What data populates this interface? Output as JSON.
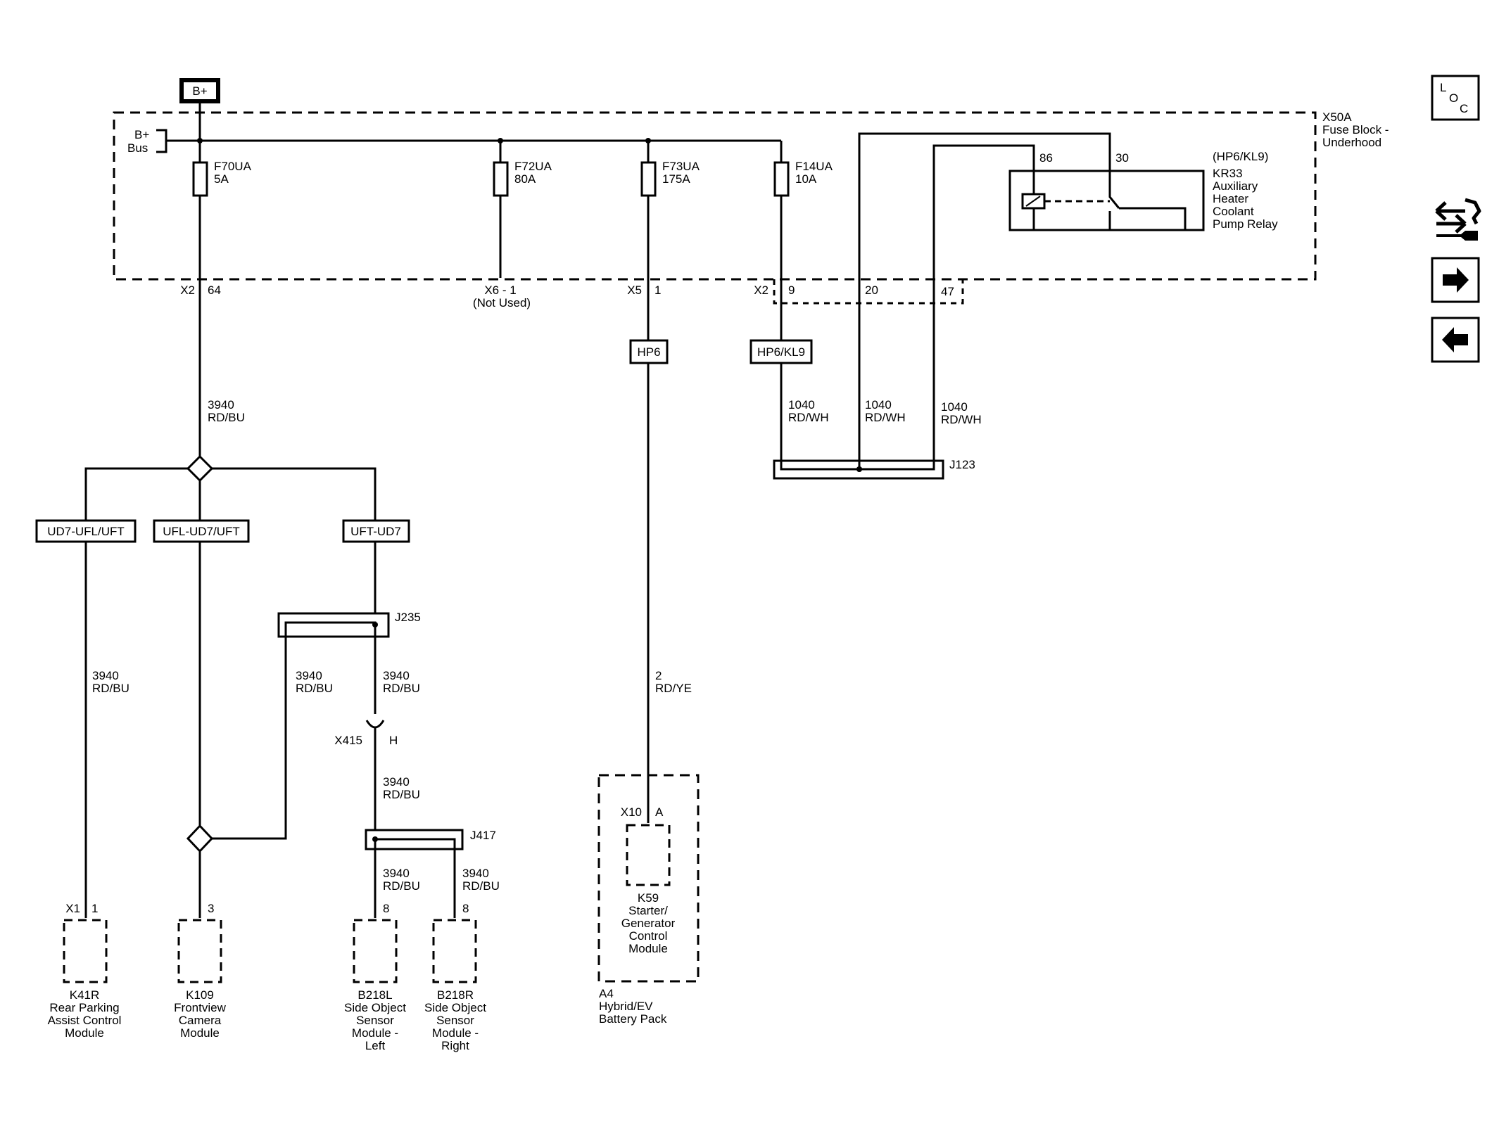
{
  "battery": "B+",
  "bus": {
    "line1": "B+",
    "line2": "Bus"
  },
  "fuse_block": {
    "id": "X50A",
    "name_line1": "Fuse Block -",
    "name_line2": "Underhood"
  },
  "fuses": [
    {
      "id": "F70UA",
      "rating": "5A"
    },
    {
      "id": "F72UA",
      "rating": "80A"
    },
    {
      "id": "F73UA",
      "rating": "175A"
    },
    {
      "id": "F14UA",
      "rating": "10A"
    }
  ],
  "relay": {
    "option": "(HP6/KL9)",
    "id": "KR33",
    "lines": [
      "Auxiliary",
      "Heater",
      "Coolant",
      "Pump Relay"
    ],
    "pin_coil": "86",
    "pin_switch": "30"
  },
  "fuse_block_pins": {
    "x2_conn": "X2",
    "x2_pin": "64",
    "x6_conn": "X6 - 1",
    "x6_note": "(Not Used)",
    "x5_conn": "X5",
    "x5_pin": "1",
    "x2b_conn": "X2",
    "x2b_pin9": "9",
    "x2b_pin20": "20",
    "x2b_pin47": "47"
  },
  "options": {
    "hp6": "HP6",
    "hp6kl9": "HP6/KL9",
    "ud7_ufl_uft": "UD7-UFL/UFT",
    "ufl_ud7_uft": "UFL-UD7/UFT",
    "uft_ud7": "UFT-UD7"
  },
  "splices": {
    "j123": "J123",
    "j235": "J235",
    "j417": "J417"
  },
  "inline_connector": {
    "id": "X415",
    "pin": "H"
  },
  "wires": {
    "main": {
      "circuit": "3940",
      "color": "RD/BU"
    },
    "relay1": {
      "circuit": "1040",
      "color": "RD/WH"
    },
    "relay2": {
      "circuit": "1040",
      "color": "RD/WH"
    },
    "relay3": {
      "circuit": "1040",
      "color": "RD/WH"
    },
    "k41r": {
      "circuit": "3940",
      "color": "RD/BU"
    },
    "j235_left": {
      "circuit": "3940",
      "color": "RD/BU"
    },
    "j235_right": {
      "circuit": "3940",
      "color": "RD/BU"
    },
    "x415_down": {
      "circuit": "3940",
      "color": "RD/BU"
    },
    "b218l": {
      "circuit": "3940",
      "color": "RD/BU"
    },
    "b218r": {
      "circuit": "3940",
      "color": "RD/BU"
    },
    "hp6": {
      "circuit": "2",
      "color": "RD/YE"
    }
  },
  "modules": {
    "k41r": {
      "conn": "X1",
      "pin": "1",
      "lines": [
        "K41R",
        "Rear Parking",
        "Assist Control",
        "Module"
      ]
    },
    "k109": {
      "pin": "3",
      "lines": [
        "K109",
        "Frontview",
        "Camera",
        "Module"
      ]
    },
    "b218l": {
      "pin": "8",
      "lines": [
        "B218L",
        "Side Object",
        "Sensor",
        "Module -",
        "Left"
      ]
    },
    "b218r": {
      "pin": "8",
      "lines": [
        "B218R",
        "Side Object",
        "Sensor",
        "Module -",
        "Right"
      ]
    },
    "k59": {
      "conn": "X10",
      "pin": "A",
      "lines": [
        "K59",
        "Starter/",
        "Generator",
        "Control",
        "Module"
      ]
    },
    "a4": {
      "lines": [
        "A4",
        "Hybrid/EV",
        "Battery Pack"
      ]
    }
  },
  "loc_button": {
    "letters": [
      "L",
      "O",
      "C"
    ]
  },
  "nav_icons": [
    "connector-swap-icon",
    "next-page-icon",
    "previous-page-icon"
  ]
}
